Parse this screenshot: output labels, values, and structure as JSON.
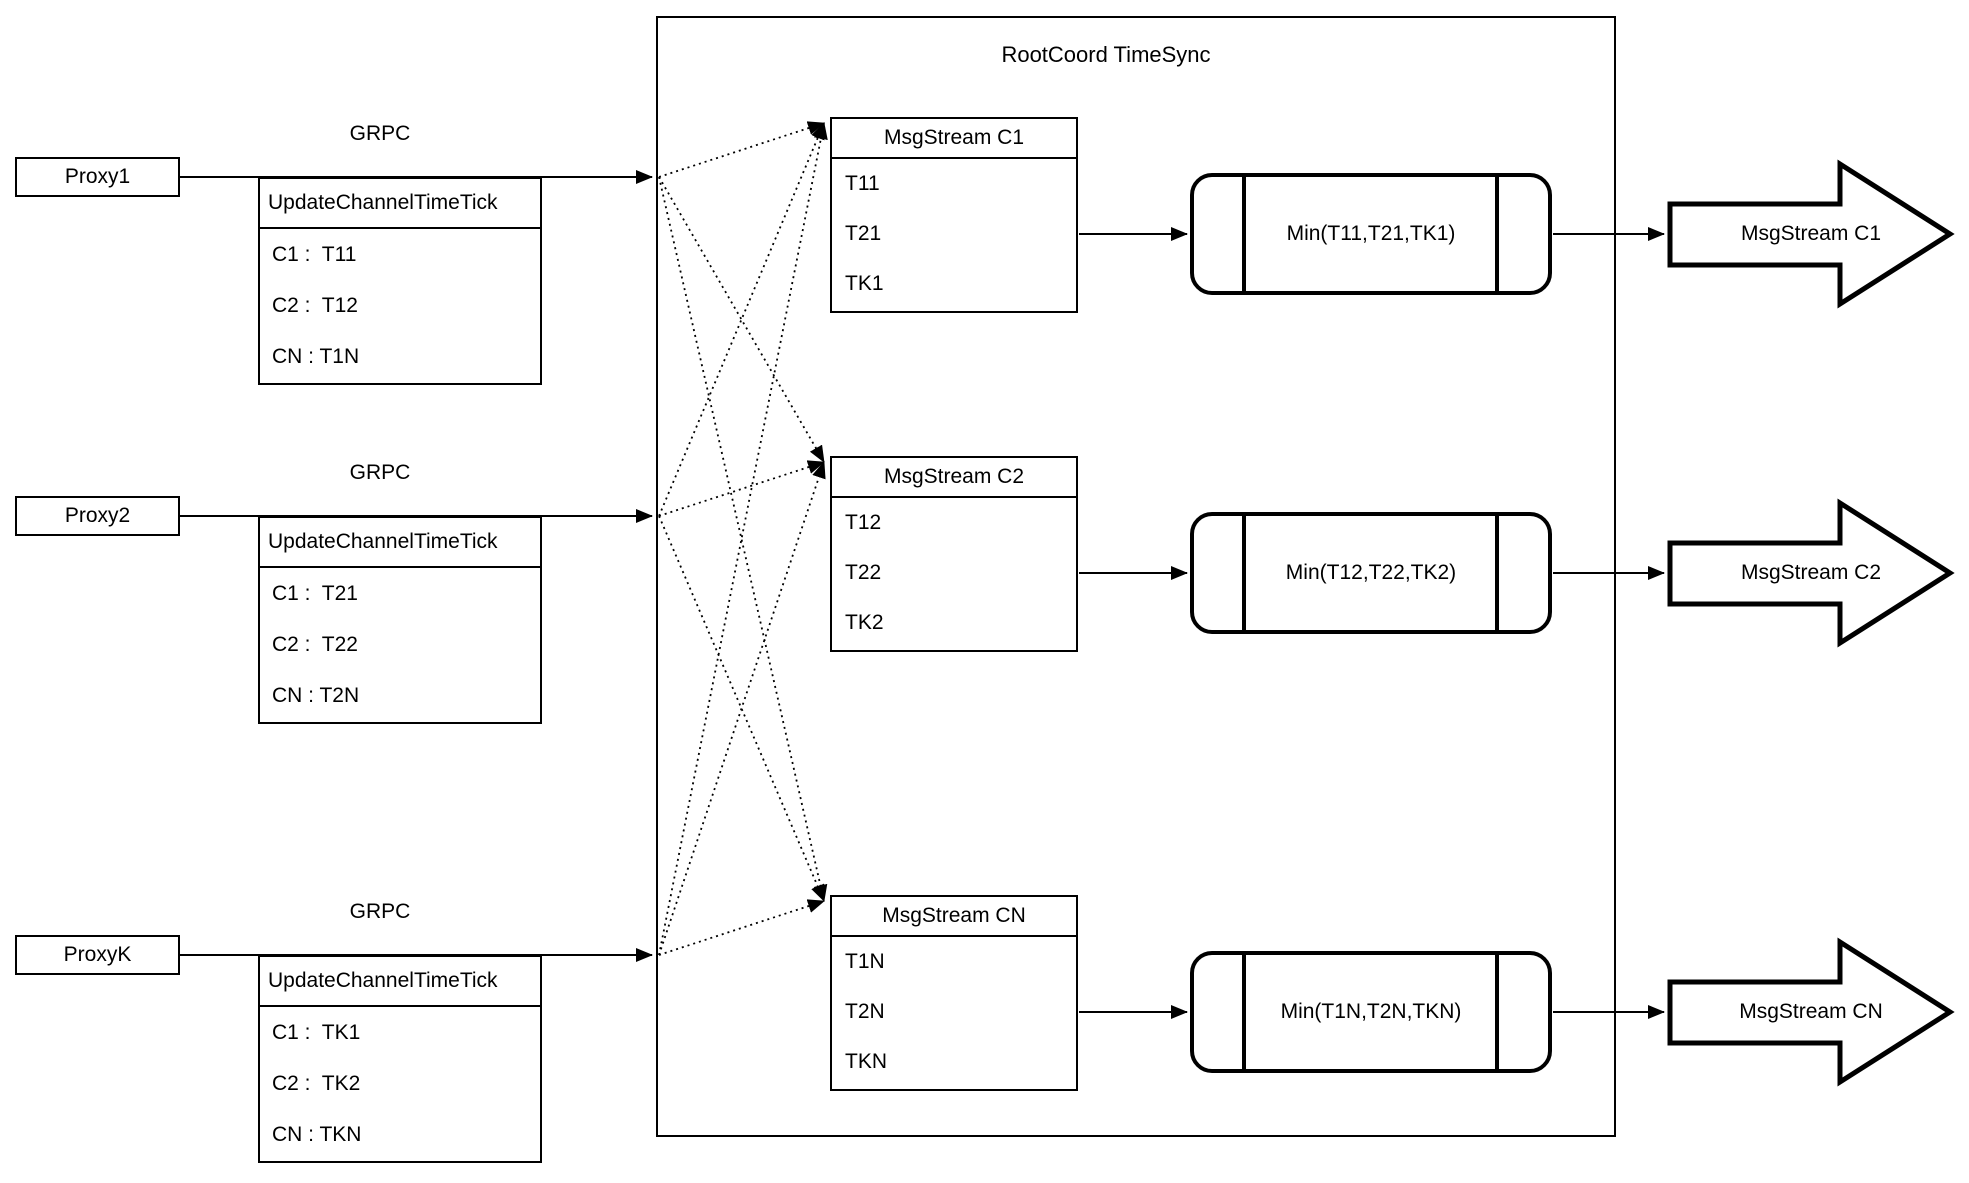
{
  "colors": {
    "ink": "#000000",
    "paper": "#ffffff"
  },
  "container": {
    "title": "RootCoord TimeSync"
  },
  "rows": [
    {
      "proxy_label": "Proxy1",
      "grpc_label": "GRPC",
      "timetick": {
        "header": "UpdateChannelTimeTick",
        "entries": [
          "C1 :  T11",
          "C2 :  T12",
          "CN : T1N"
        ]
      },
      "msgstream": {
        "header": "MsgStream C1",
        "entries": [
          "T11",
          "T21",
          "TK1"
        ]
      },
      "min_label": "Min(T11,T21,TK1)",
      "out_label": "MsgStream C1"
    },
    {
      "proxy_label": "Proxy2",
      "grpc_label": "GRPC",
      "timetick": {
        "header": "UpdateChannelTimeTick",
        "entries": [
          "C1 :  T21",
          "C2 :  T22",
          "CN : T2N"
        ]
      },
      "msgstream": {
        "header": "MsgStream C2",
        "entries": [
          "T12",
          "T22",
          "TK2"
        ]
      },
      "min_label": "Min(T12,T22,TK2)",
      "out_label": "MsgStream C2"
    },
    {
      "proxy_label": "ProxyK",
      "grpc_label": "GRPC",
      "timetick": {
        "header": "UpdateChannelTimeTick",
        "entries": [
          "C1 :  TK1",
          "C2 :  TK2",
          "CN : TKN"
        ]
      },
      "msgstream": {
        "header": "MsgStream CN",
        "entries": [
          "T1N",
          "T2N",
          "TKN"
        ]
      },
      "min_label": "Min(T1N,T2N,TKN)",
      "out_label": "MsgStream CN"
    }
  ]
}
